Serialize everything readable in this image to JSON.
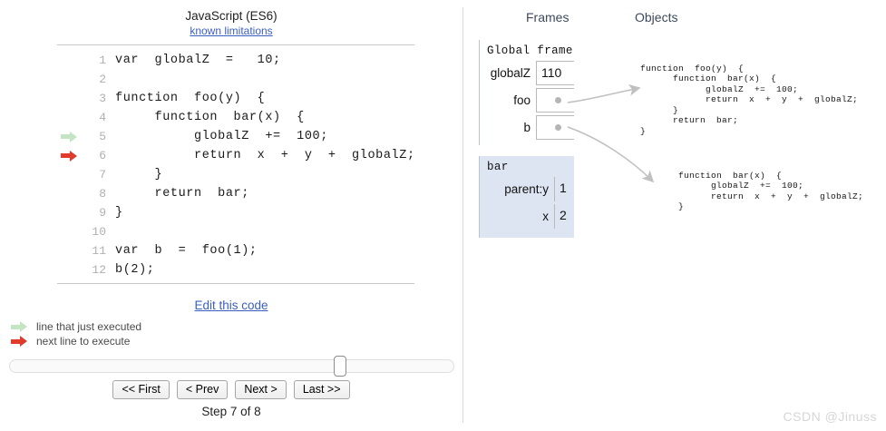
{
  "left": {
    "language_title": "JavaScript (ES6)",
    "known_limitations_link": "known limitations",
    "edit_link": "Edit this code",
    "code_lines": [
      {
        "n": "1",
        "text": "var  globalZ  =   10;",
        "arrow": "none"
      },
      {
        "n": "2",
        "text": "",
        "arrow": "none"
      },
      {
        "n": "3",
        "text": "function  foo(y)  {",
        "arrow": "none"
      },
      {
        "n": "4",
        "text": "     function  bar(x)  {",
        "arrow": "none"
      },
      {
        "n": "5",
        "text": "          globalZ  +=  100;",
        "arrow": "green"
      },
      {
        "n": "6",
        "text": "          return  x  +  y  +  globalZ;",
        "arrow": "red"
      },
      {
        "n": "7",
        "text": "     }",
        "arrow": "none"
      },
      {
        "n": "8",
        "text": "     return  bar;",
        "arrow": "none"
      },
      {
        "n": "9",
        "text": "}",
        "arrow": "none"
      },
      {
        "n": "10",
        "text": "",
        "arrow": "none"
      },
      {
        "n": "11",
        "text": "var  b  =  foo(1);",
        "arrow": "none"
      },
      {
        "n": "12",
        "text": "b(2);",
        "arrow": "none"
      }
    ],
    "legend": [
      {
        "label": "line that just executed",
        "color": "#c3e5c3"
      },
      {
        "label": "next line to execute",
        "color": "#e03b2c"
      }
    ],
    "controls": {
      "first": "<< First",
      "prev": "< Prev",
      "next": "Next >",
      "last": "Last >>",
      "step_label": "Step 7 of 8",
      "slider_position_percent": 75
    }
  },
  "right": {
    "headers": {
      "frames": "Frames",
      "objects": "Objects"
    },
    "frames": [
      {
        "title": "Global frame",
        "highlighted": false,
        "vars": [
          {
            "name": "globalZ",
            "value": "110",
            "is_pointer": false
          },
          {
            "name": "foo",
            "value": "",
            "is_pointer": true
          },
          {
            "name": "b",
            "value": "",
            "is_pointer": true
          }
        ]
      },
      {
        "title": "bar",
        "highlighted": true,
        "vars": [
          {
            "name": "parent:y",
            "value": "1",
            "is_pointer": false
          },
          {
            "name": "x",
            "value": "2",
            "is_pointer": false
          }
        ]
      }
    ],
    "objects": [
      {
        "name": "foo-function-object",
        "code": "function  foo(y)  {\n      function  bar(x)  {\n            globalZ  +=  100;\n            return  x  +  y  +  globalZ;\n      }\n      return  bar;\n}"
      },
      {
        "name": "bar-function-object",
        "code": "function  bar(x)  {\n      globalZ  +=  100;\n      return  x  +  y  +  globalZ;\n}"
      }
    ]
  },
  "watermark": "CSDN @Jinuss",
  "colors": {
    "just_executed_arrow": "#c3e5c3",
    "next_line_arrow": "#e03b2c",
    "link": "#3b5fc0",
    "frame_highlight": "#dde5f2",
    "pointer_line": "#c0c0c0"
  }
}
